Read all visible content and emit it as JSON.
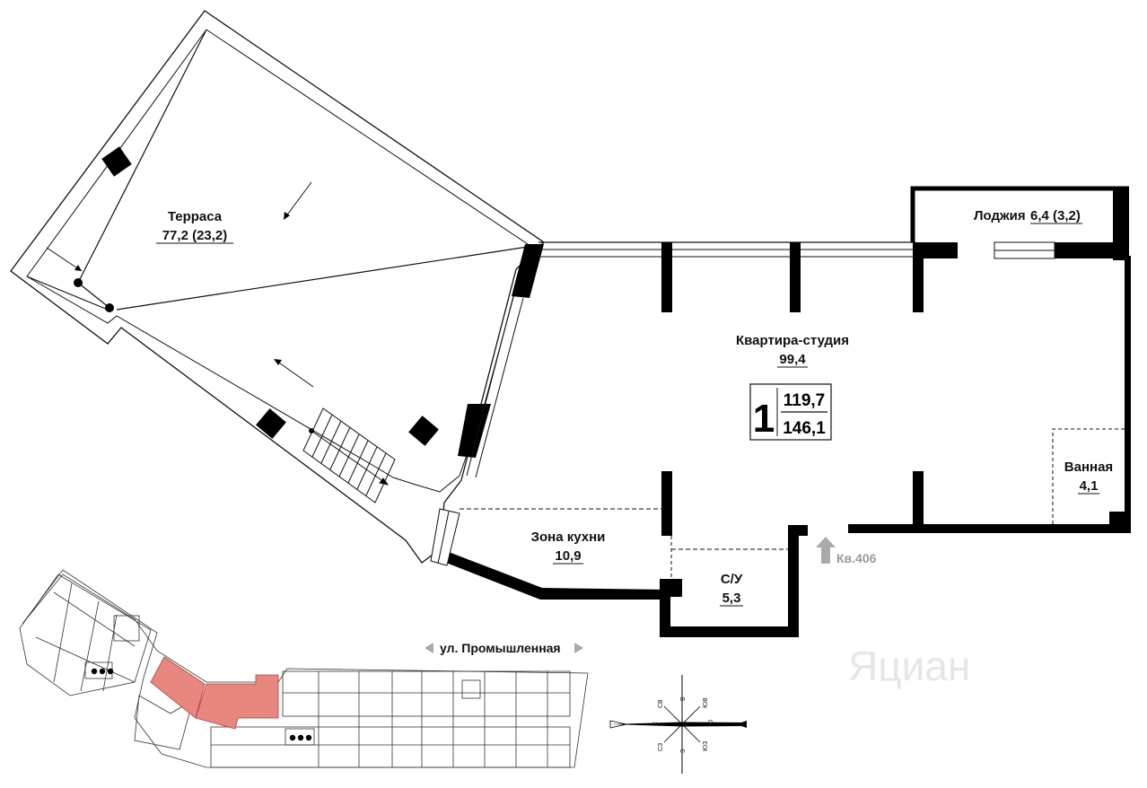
{
  "rooms": {
    "terrace": {
      "name": "Терраса",
      "area": "77,2 (23,2)"
    },
    "loggia": {
      "name": "Лоджия",
      "area": "6,4 (3,2)"
    },
    "studio": {
      "name": "Квартира-студия",
      "area": "99,4"
    },
    "bathroom": {
      "name": "Ванная",
      "area": "4,1"
    },
    "kitchen": {
      "name": "Зона кухни",
      "area": "10,9"
    },
    "wc": {
      "name": "С/У",
      "area": "5,3"
    }
  },
  "apartment_badge": {
    "rooms": "1",
    "area_living": "119,7",
    "area_total": "146,1"
  },
  "neighbor": {
    "label": "Кв.406"
  },
  "street": {
    "label": "ул. Промышленная"
  },
  "compass": {
    "n": "С",
    "s": "Ю",
    "e": "В",
    "w": "З",
    "ne": "СВ",
    "nw": "СЗ",
    "se": "ЮВ",
    "sw": "ЮЗ"
  },
  "watermark": {
    "text": "Яциан"
  },
  "colors": {
    "highlight": "#e8877f",
    "arrow": "#aaaaaa",
    "wall": "#000000"
  }
}
